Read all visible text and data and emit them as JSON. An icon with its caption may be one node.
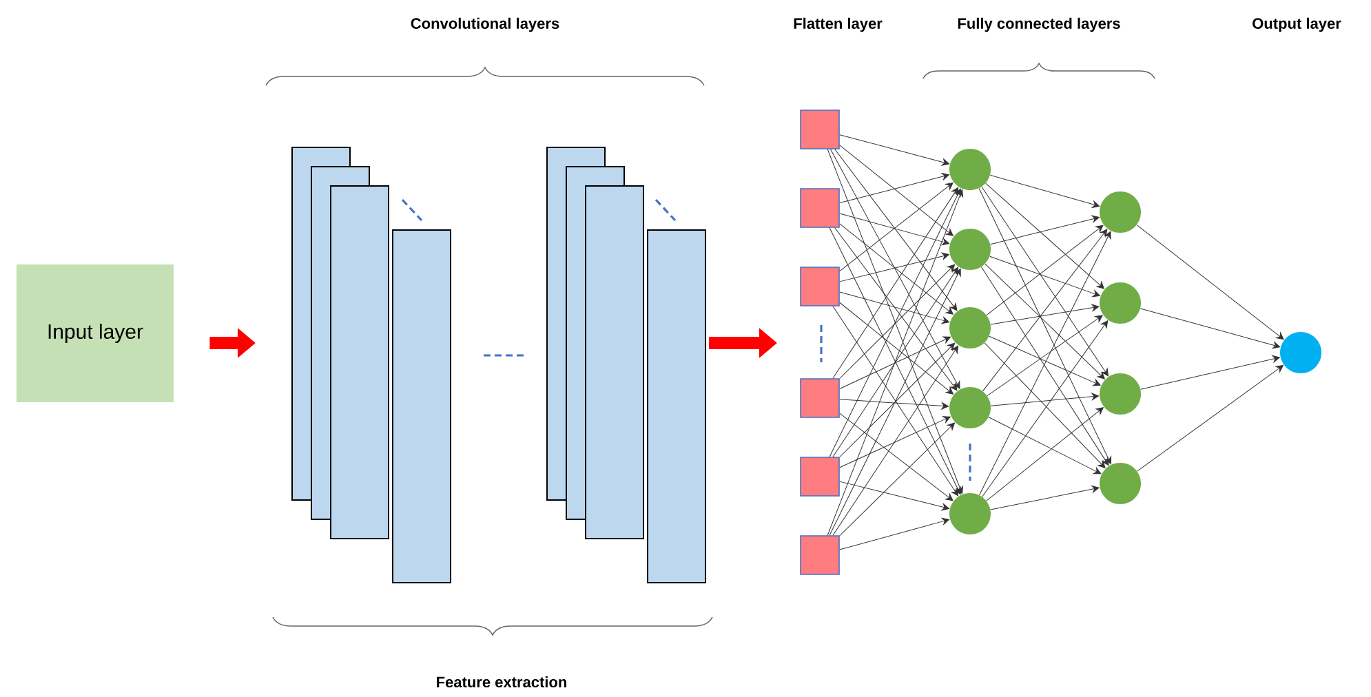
{
  "diagram": {
    "nodes": [
      {
        "text": [
          "Input layer"
        ]
      },
      {
        "text": [],
        "shape": "box"
      },
      {
        "text": [],
        "shape": "box"
      },
      {
        "text": [],
        "shape": "box"
      },
      {
        "text": [],
        "shape": "box"
      },
      {
        "text": [],
        "shape": "box"
      },
      {
        "text": [],
        "shape": "box"
      },
      {
        "text": [],
        "shape": "box"
      },
      {
        "text": [],
        "shape": "box"
      },
      {
        "text": [],
        "shape": "box"
      },
      {
        "text": [],
        "shape": "box"
      },
      {
        "text": [],
        "shape": "box"
      },
      {
        "text": [],
        "shape": "box"
      },
      {
        "text": [],
        "shape": "box"
      },
      {
        "text": [],
        "shape": "box"
      },
      {
        "text": [],
        "shape": "circle"
      },
      {
        "text": [],
        "shape": "circle"
      },
      {
        "text": [],
        "shape": "circle"
      },
      {
        "text": [],
        "shape": "circle"
      },
      {
        "text": [],
        "shape": "circle"
      },
      {
        "text": [],
        "shape": "circle"
      },
      {
        "text": [],
        "shape": "circle"
      },
      {
        "text": [],
        "shape": "circle"
      },
      {
        "text": [],
        "shape": "circle"
      },
      {
        "text": [],
        "shape": "circle"
      }
    ],
    "edges": [
      {
        "from": 0,
        "to": 1,
        "arrow": "to",
        "style": "thick",
        "color": "#ff0000"
      },
      {
        "from": 8,
        "to": null,
        "arrow": "to",
        "style": "thick",
        "color": "#ff0000"
      },
      {
        "from": 9,
        "to": 15,
        "arrow": "to"
      },
      {
        "from": 9,
        "to": 16,
        "arrow": "to"
      },
      {
        "from": 9,
        "to": 17,
        "arrow": "to"
      },
      {
        "from": 9,
        "to": 18,
        "arrow": "to"
      },
      {
        "from": 9,
        "to": 19,
        "arrow": "to"
      },
      {
        "from": 10,
        "to": 15,
        "arrow": "to"
      },
      {
        "from": 10,
        "to": 16,
        "arrow": "to"
      },
      {
        "from": 10,
        "to": 17,
        "arrow": "to"
      },
      {
        "from": 10,
        "to": 18,
        "arrow": "to"
      },
      {
        "from": 10,
        "to": 19,
        "arrow": "to"
      },
      {
        "from": 11,
        "to": 15,
        "arrow": "to"
      },
      {
        "from": 11,
        "to": 16,
        "arrow": "to"
      },
      {
        "from": 11,
        "to": 17,
        "arrow": "to"
      },
      {
        "from": 11,
        "to": 18,
        "arrow": "to"
      },
      {
        "from": 11,
        "to": 19,
        "arrow": "to"
      },
      {
        "from": 12,
        "to": 15,
        "arrow": "to"
      },
      {
        "from": 12,
        "to": 16,
        "arrow": "to"
      },
      {
        "from": 12,
        "to": 17,
        "arrow": "to"
      },
      {
        "from": 12,
        "to": 18,
        "arrow": "to"
      },
      {
        "from": 12,
        "to": 19,
        "arrow": "to"
      },
      {
        "from": 13,
        "to": 15,
        "arrow": "to"
      },
      {
        "from": 13,
        "to": 16,
        "arrow": "to"
      },
      {
        "from": 13,
        "to": 17,
        "arrow": "to"
      },
      {
        "from": 13,
        "to": 18,
        "arrow": "to"
      },
      {
        "from": 13,
        "to": 19,
        "arrow": "to"
      },
      {
        "from": 14,
        "to": 15,
        "arrow": "to"
      },
      {
        "from": 14,
        "to": 16,
        "arrow": "to"
      },
      {
        "from": 14,
        "to": 17,
        "arrow": "to"
      },
      {
        "from": 14,
        "to": 18,
        "arrow": "to"
      },
      {
        "from": 14,
        "to": 19,
        "arrow": "to"
      },
      {
        "from": 15,
        "to": 20,
        "arrow": "to"
      },
      {
        "from": 15,
        "to": 21,
        "arrow": "to"
      },
      {
        "from": 15,
        "to": 22,
        "arrow": "to"
      },
      {
        "from": 15,
        "to": 23,
        "arrow": "to"
      },
      {
        "from": 16,
        "to": 20,
        "arrow": "to"
      },
      {
        "from": 16,
        "to": 21,
        "arrow": "to"
      },
      {
        "from": 16,
        "to": 22,
        "arrow": "to"
      },
      {
        "from": 16,
        "to": 23,
        "arrow": "to"
      },
      {
        "from": 17,
        "to": 20,
        "arrow": "to"
      },
      {
        "from": 17,
        "to": 21,
        "arrow": "to"
      },
      {
        "from": 17,
        "to": 22,
        "arrow": "to"
      },
      {
        "from": 17,
        "to": 23,
        "arrow": "to"
      },
      {
        "from": 18,
        "to": 20,
        "arrow": "to"
      },
      {
        "from": 18,
        "to": 21,
        "arrow": "to"
      },
      {
        "from": 18,
        "to": 22,
        "arrow": "to"
      },
      {
        "from": 18,
        "to": 23,
        "arrow": "to"
      },
      {
        "from": 19,
        "to": 20,
        "arrow": "to"
      },
      {
        "from": 19,
        "to": 21,
        "arrow": "to"
      },
      {
        "from": 19,
        "to": 22,
        "arrow": "to"
      },
      {
        "from": 19,
        "to": 23,
        "arrow": "to"
      },
      {
        "from": 20,
        "to": 24,
        "arrow": "to"
      },
      {
        "from": 21,
        "to": 24,
        "arrow": "to"
      },
      {
        "from": 22,
        "to": 24,
        "arrow": "to"
      },
      {
        "from": 23,
        "to": 24,
        "arrow": "to"
      }
    ],
    "labels": [
      "Convolutional layers",
      "Flatten layer",
      "Fully connected layers",
      "Output layer",
      "Feature extraction"
    ]
  }
}
